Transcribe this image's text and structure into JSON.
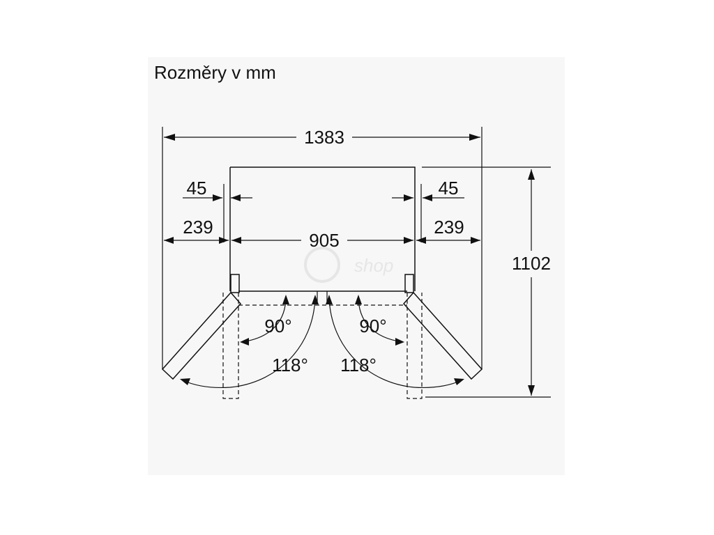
{
  "heading": "Rozměry v mm",
  "dimensions": {
    "overall_width": "1383",
    "depth": "1102",
    "body_width": "905",
    "left_hinge_offset": "45",
    "right_hinge_offset": "45",
    "left_side_clearance": "239",
    "right_side_clearance": "239"
  },
  "angles": {
    "left_inner": "90°",
    "right_inner": "90°",
    "left_outer": "118°",
    "right_outer": "118°"
  },
  "watermark": "shop"
}
